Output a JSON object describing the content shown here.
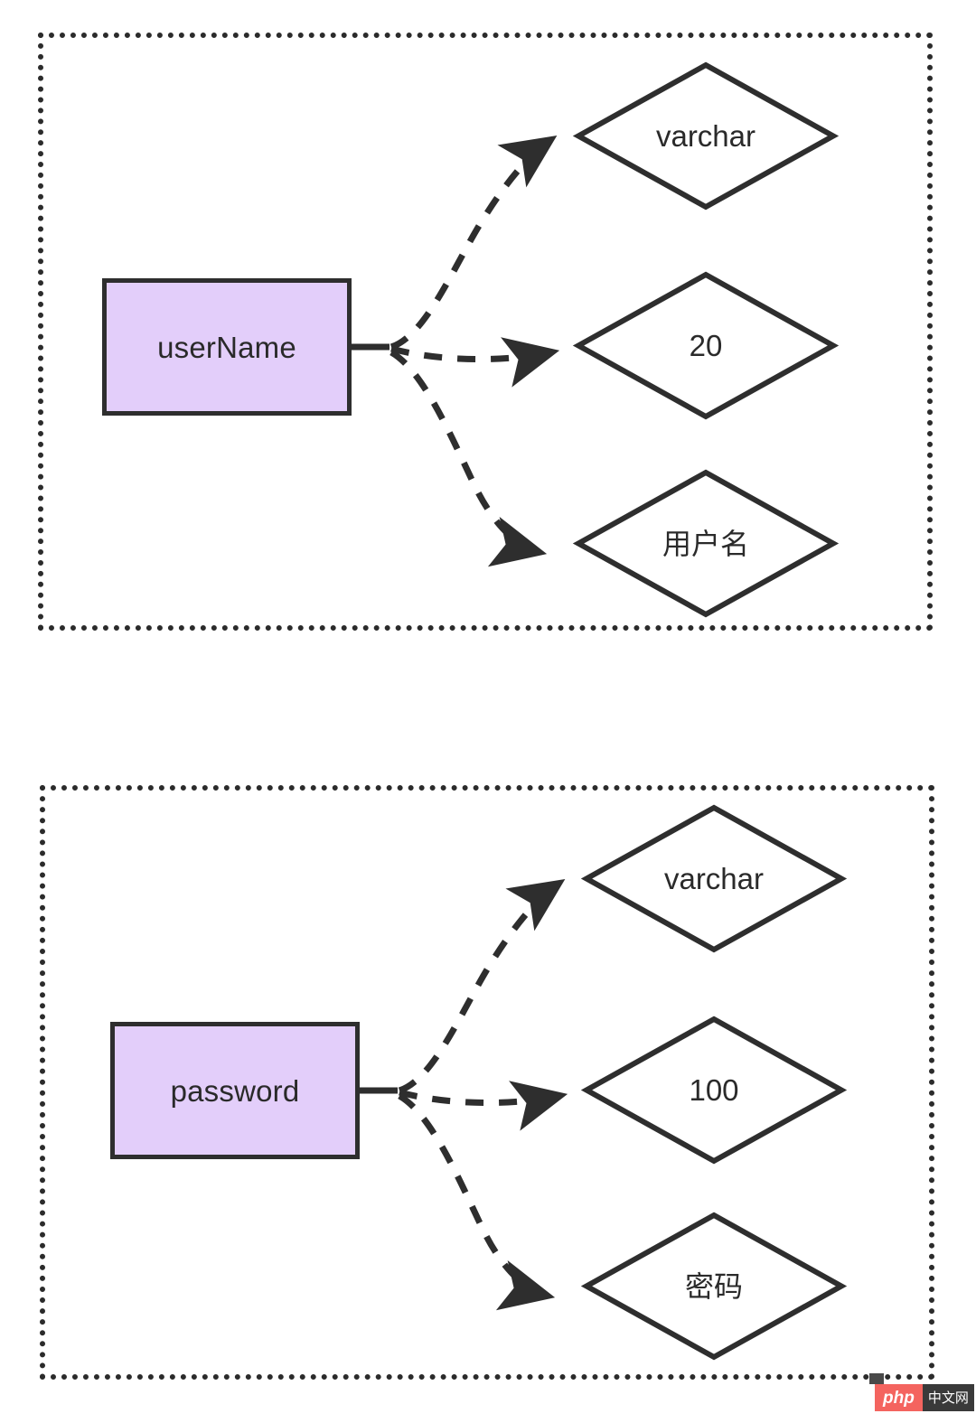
{
  "diagram": {
    "type": "er-attribute-diagram",
    "title_present": false,
    "colors": {
      "attribute_fill": "#E3CEFA",
      "stroke": "#2E2E2E",
      "group_border": "#2B2B2B",
      "canvas": "#FFFFFF"
    },
    "groups": [
      {
        "id": "group-0",
        "attribute": {
          "label": "userName",
          "shape": "rectangle"
        },
        "properties": [
          {
            "label": "varchar",
            "shape": "diamond",
            "kind": "data-type"
          },
          {
            "label": "20",
            "shape": "diamond",
            "kind": "length"
          },
          {
            "label": "用户名",
            "shape": "diamond",
            "kind": "comment"
          }
        ],
        "edges": [
          {
            "from": "userName",
            "to": "varchar",
            "style": "dashed",
            "arrow": "filled-triangle"
          },
          {
            "from": "userName",
            "to": "20",
            "style": "dashed",
            "arrow": "filled-triangle"
          },
          {
            "from": "userName",
            "to": "用户名",
            "style": "dashed",
            "arrow": "filled-triangle"
          }
        ]
      },
      {
        "id": "group-1",
        "attribute": {
          "label": "password",
          "shape": "rectangle"
        },
        "properties": [
          {
            "label": "varchar",
            "shape": "diamond",
            "kind": "data-type"
          },
          {
            "label": "100",
            "shape": "diamond",
            "kind": "length"
          },
          {
            "label": "密码",
            "shape": "diamond",
            "kind": "comment"
          }
        ],
        "edges": [
          {
            "from": "password",
            "to": "varchar",
            "style": "dashed",
            "arrow": "filled-triangle"
          },
          {
            "from": "password",
            "to": "100",
            "style": "dashed",
            "arrow": "filled-triangle"
          },
          {
            "from": "password",
            "to": "密码",
            "style": "dashed",
            "arrow": "filled-triangle"
          }
        ]
      }
    ]
  },
  "watermark": {
    "brand": "php",
    "suffix": "中文网"
  }
}
